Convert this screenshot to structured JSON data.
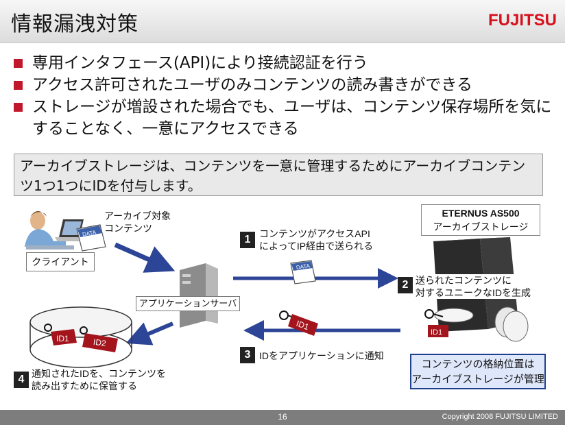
{
  "header": {
    "title": "情報漏洩対策",
    "logo": "FUJITSU",
    "accent_color": "#d7101c"
  },
  "bullets": [
    "専用インタフェース(API)により接続認証を行う",
    "アクセス許可されたユーザのみコンテンツの読み書きができる",
    "ストレージが増設された場合でも、ユーザは、コンテンツ保存場所を気にすることなく、一意にアクセスできる"
  ],
  "callout": "アーカイブストレージは、コンテンツを一意に管理するためにアーカイブコンテンツ1つ1つにIDを付与します。",
  "diagram": {
    "client_label": "クライアント",
    "archive_target_label": "アーカイブ対象\nコンテンツ",
    "app_server_label": "アプリケーションサーバ",
    "eternus_title": "ETERNUS AS500",
    "eternus_subtitle": "アーカイブストレージ",
    "data_tag": "DATA",
    "id1": "ID1",
    "id2": "ID2",
    "steps": [
      {
        "num": "1",
        "text_line1": "コンテンツがアクセスAPI",
        "text_line2": "によってIP経由で送られる"
      },
      {
        "num": "2",
        "text_line1": "送られたコンテンツに",
        "text_line2": "対するユニークなIDを生成"
      },
      {
        "num": "3",
        "text_line1": "IDをアプリケーションに通知",
        "text_line2": ""
      },
      {
        "num": "4",
        "text_line1": "通知されたIDを、コンテンツを",
        "text_line2": "読み出すために保管する"
      }
    ],
    "note_line1": "コンテンツの格納位置は",
    "note_line2": "アーカイブストレージが管理",
    "arrow_color": "#2d4596",
    "tag_color": "#a3141c"
  },
  "footer": {
    "page_number": "16",
    "copyright": "Copyright 2008 FUJITSU LIMITED"
  }
}
